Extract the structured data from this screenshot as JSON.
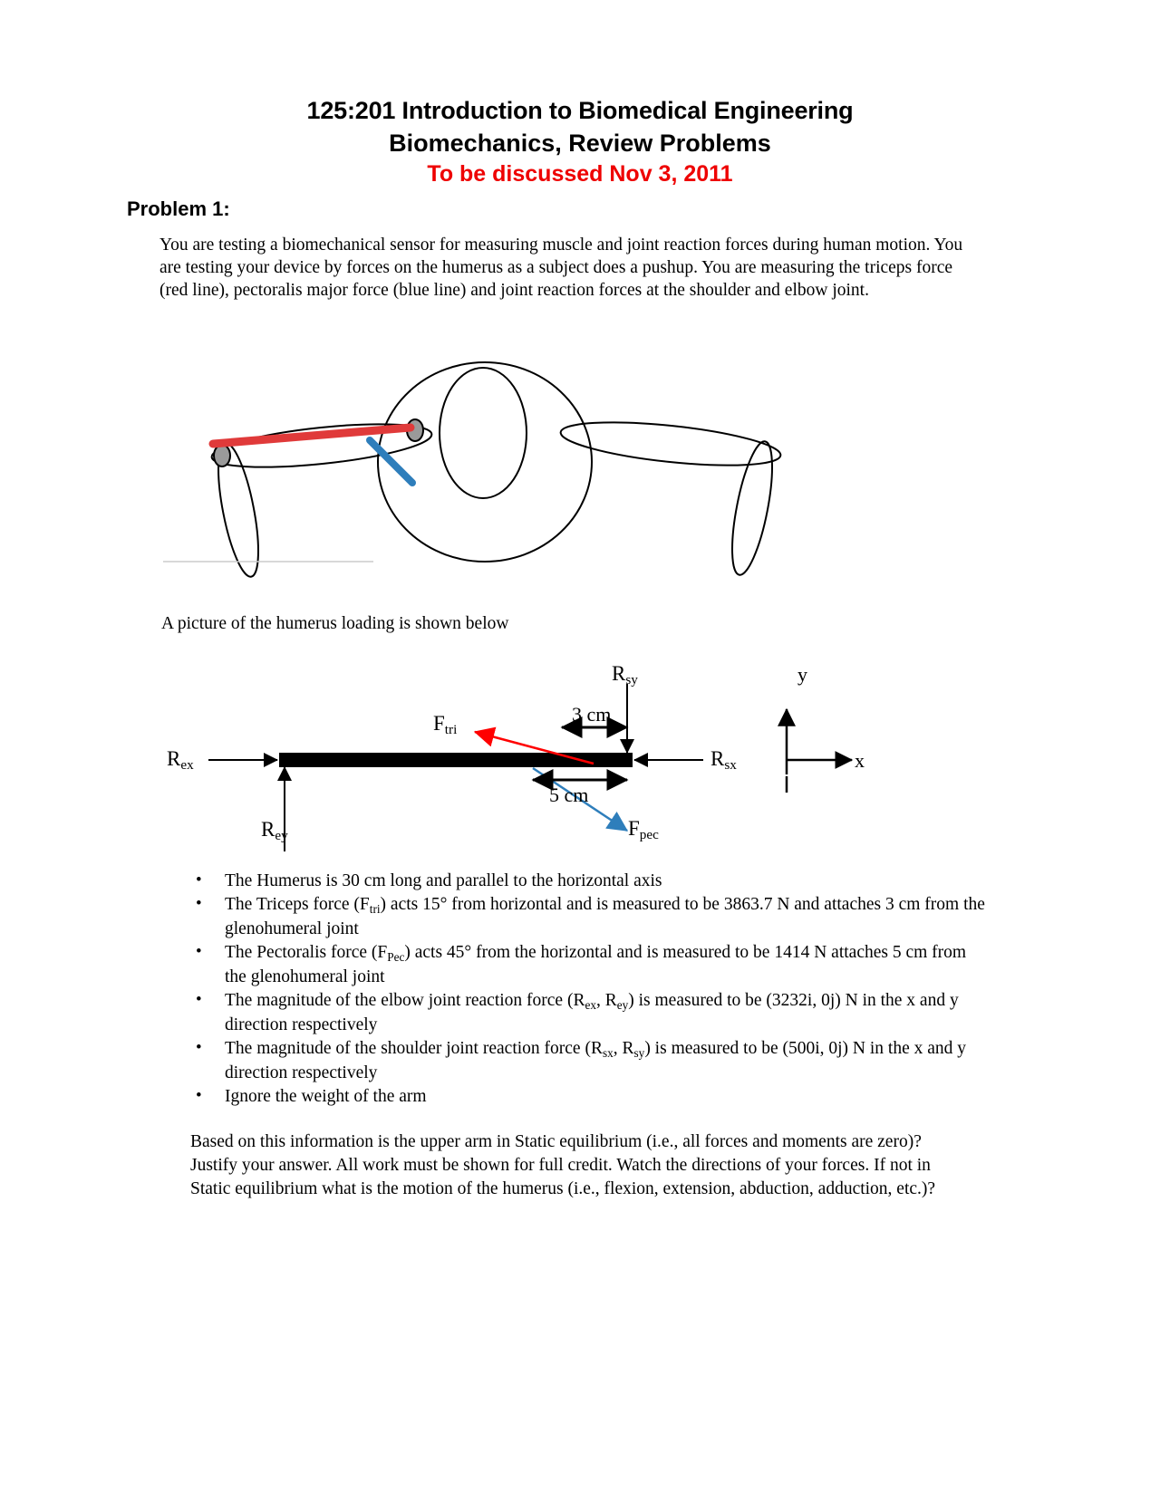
{
  "document": {
    "title_line_1": "125:201 Introduction to Biomedical Engineering",
    "title_line_2": "Biomechanics, Review Problems",
    "title_line_3": "To be discussed Nov 3, 2011",
    "title_accent_color": "#ee0000",
    "problem_heading": "Problem 1:",
    "intro_paragraph": "You are testing a biomechanical sensor for measuring muscle and joint reaction forces during human motion. You are testing your device by forces on the humerus as a subject does a pushup. You are measuring the triceps force (red line), pectoralis major force (blue line) and joint reaction forces at the shoulder and elbow joint.",
    "picture_caption": "A picture of the humerus loading is shown below",
    "closing_paragraph": "Based on this information is the upper arm in Static equilibrium (i.e., all forces and moments are zero)? Justify your answer. All work must be shown for full credit. Watch the directions of your forces. If not in Static equilibrium what is the motion of the humerus (i.e., flexion, extension, abduction, adduction, etc.)?"
  },
  "anatomy_figure": {
    "triceps_line_color": "#e03a3a",
    "pectoralis_line_color": "#2e7ebb",
    "outline_color": "#000000",
    "joint_marker_color": "#9a9a9a",
    "triceps_legend": "red line",
    "pectoralis_legend": "blue line"
  },
  "fbd": {
    "labels": {
      "r_ex": {
        "base": "R",
        "sub": "ex"
      },
      "r_ey": {
        "base": "R",
        "sub": "ey"
      },
      "r_sx": {
        "base": "R",
        "sub": "sx"
      },
      "r_sy": {
        "base": "R",
        "sub": "sy"
      },
      "f_tri": {
        "base": "F",
        "sub": "tri"
      },
      "f_pec": {
        "base": "F",
        "sub": "pec"
      }
    },
    "dimensions": {
      "triceps_distance": "3 cm",
      "pectoralis_distance": "5 cm"
    },
    "axis_legend": {
      "y_label": "y",
      "x_label": "x"
    },
    "colors": {
      "bone": "#000000",
      "triceps_arrow": "#ff0000",
      "pectoralis_arrow": "#2e7ebb",
      "reaction_arrow": "#000000"
    }
  },
  "bullets": [
    {
      "id": "humerus-length",
      "segments": [
        {
          "t": "The Humerus is 30 cm long and parallel to the horizontal axis"
        }
      ]
    },
    {
      "id": "triceps-force",
      "segments": [
        {
          "t": "The Triceps force (F"
        },
        {
          "t": "tri",
          "sub": true
        },
        {
          "t": ") acts 15° from horizontal and is measured to be 3863.7 N and attaches 3 cm from the glenohumeral joint"
        }
      ]
    },
    {
      "id": "pectoralis-force",
      "segments": [
        {
          "t": "The Pectoralis force (F"
        },
        {
          "t": "Pec",
          "sub": true
        },
        {
          "t": ") acts 45° from the horizontal and is measured to be 1414 N attaches 5 cm from the glenohumeral joint"
        }
      ]
    },
    {
      "id": "elbow-reaction",
      "segments": [
        {
          "t": "The magnitude of the elbow joint reaction force (R"
        },
        {
          "t": "ex",
          "sub": true
        },
        {
          "t": ", R"
        },
        {
          "t": "ey",
          "sub": true
        },
        {
          "t": ") is measured to be (3232i, 0j) N in the x and y direction respectively"
        }
      ]
    },
    {
      "id": "shoulder-reaction",
      "segments": [
        {
          "t": "The magnitude of the shoulder joint reaction force (R"
        },
        {
          "t": "sx",
          "sub": true
        },
        {
          "t": ", R"
        },
        {
          "t": "sy",
          "sub": true
        },
        {
          "t": ") is measured to be (500i, 0j) N in the x and y direction respectively"
        }
      ]
    },
    {
      "id": "ignore-weight",
      "segments": [
        {
          "t": "Ignore the weight of the arm"
        }
      ]
    }
  ],
  "bullet_glyph": "•"
}
